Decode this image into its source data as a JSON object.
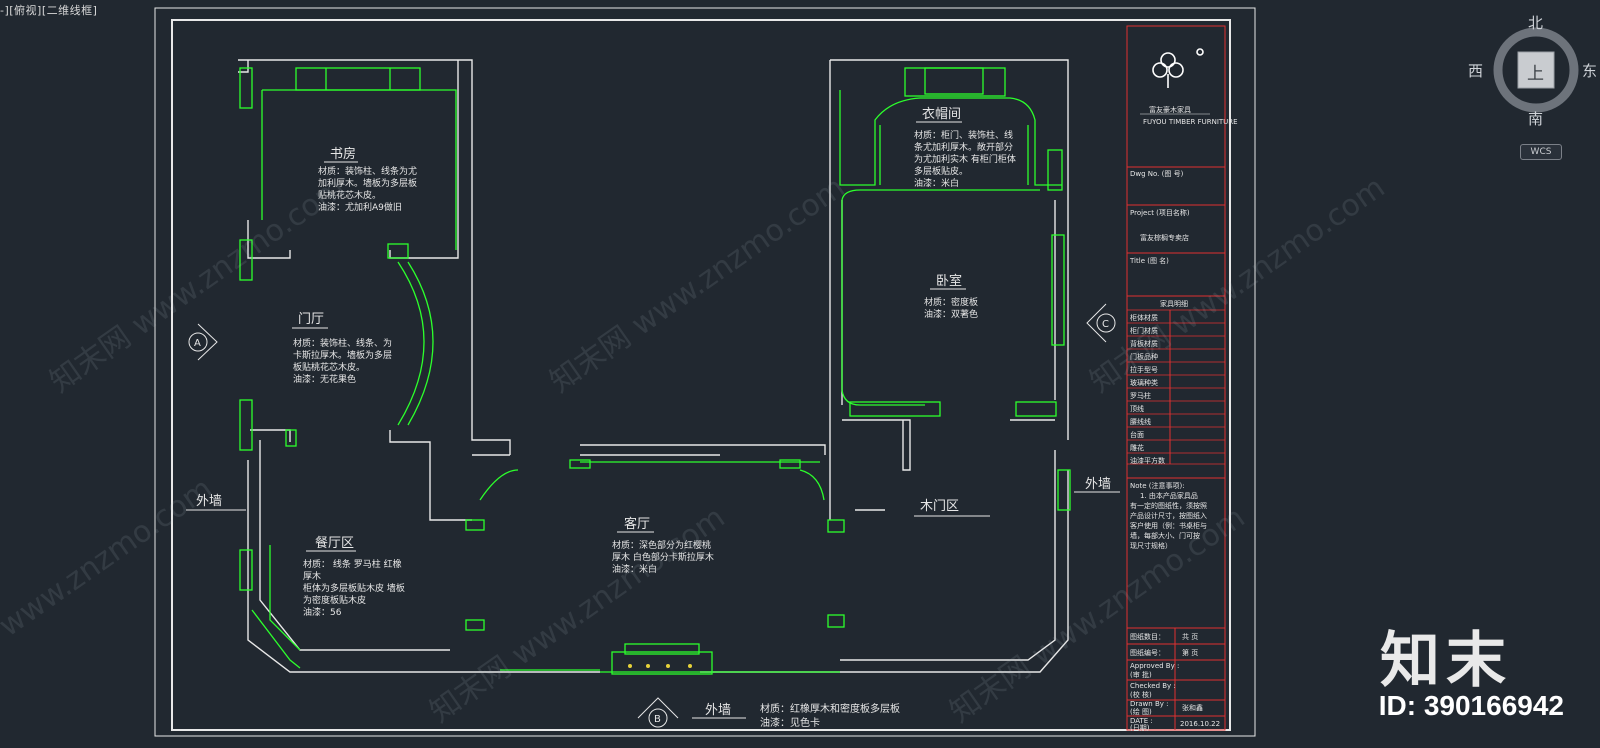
{
  "viewport_label": "-][俯视][二维线框]",
  "navigation": {
    "north": "北",
    "south": "南",
    "east": "东",
    "west": "西",
    "top_face": "上",
    "wcs": "WCS"
  },
  "rooms": {
    "study": {
      "name": "书房",
      "notes": [
        "材质：装饰柱、线条为尤",
        "加利厚木。墙板为多层板",
        "贴桃花芯木皮。",
        "油漆：尤加利A9做旧"
      ]
    },
    "foyer": {
      "name": "门厅",
      "notes": [
        "材质：装饰柱、线条、为",
        "卡斯拉厚木。墙板为多层",
        "板贴桃花芯木皮。",
        "油漆：无花果色"
      ]
    },
    "dining": {
      "name": "餐厅区",
      "notes": [
        "材质：  线条  罗马柱  红橡",
        "厚木",
        "柜体为多层板贴木皮  墙板",
        "为密度板贴木皮",
        "油漆：56"
      ]
    },
    "living": {
      "name": "客厅",
      "notes": [
        "材质：深色部分为红樱桃",
        "厚木  白色部分卡斯拉厚木",
        "油漆：米白"
      ]
    },
    "cloakroom": {
      "name": "衣帽间",
      "notes": [
        "材质：柜门、装饰柱、线",
        "条尤加利厚木。敞开部分",
        "为尤加利实木  有柜门柜体",
        "多层板贴皮。",
        "油漆：米白"
      ]
    },
    "bedroom": {
      "name": "卧室",
      "notes": [
        "材质：密度板",
        "油漆：双著色"
      ]
    },
    "door_area": {
      "name": "木门区"
    }
  },
  "wall_labels": {
    "left": "外墙",
    "right": "外墙",
    "bottom": "外墙"
  },
  "bottom_notes": [
    "材质：红橡厚木和密度板多层板",
    "油漆：见色卡"
  ],
  "section_markers": {
    "a": "A",
    "b": "B",
    "c": "C"
  },
  "title_block": {
    "company": "富友豪木家具",
    "company_en": "FUYOU TIMBER FURNITURE",
    "drawing_no": "Dwg No. (图 号)",
    "project_label": "Project (项目名称)",
    "project_name": "富友棕榈专卖店",
    "title_label": "Title (图 名)",
    "table_header": "家具明细",
    "table_rows": [
      "柜体材质",
      "柜门材质",
      "背板材质",
      "门板品种",
      "拉手型号",
      "玻璃种类",
      "罗马柱",
      "顶线",
      "腰线线",
      "台面",
      "雕花",
      "油漆平方数"
    ],
    "notes_title": "Note (注意事项):",
    "notes": [
      "1. 由本产品家具品",
      "有一定的图纸性，须按照",
      "产品设计尺寸，按图纸入",
      "客户使用（例：书桌柜与",
      "墙，每部大小、门可按",
      "现尺寸规格）"
    ],
    "sheet_count_label": "图纸数目：",
    "sheet_count_value": "共   页",
    "sheet_no_label": "图纸编号：",
    "sheet_no_value": "第   页",
    "approved": "Approved By :",
    "approved_cn": "(审 批)",
    "checked": "Checked By :",
    "checked_cn": "(校 核)",
    "drawn": "Drawn By :",
    "drawn_cn": "(绘 图)",
    "drawn_value": "张和鑫",
    "date": "DATE :",
    "date_cn": "(日期)",
    "date_value": "2016.10.22"
  },
  "watermark": {
    "site": "www.znzmo.com",
    "site_cn": "知末网",
    "logo": "知末",
    "id": "ID: 390166942"
  },
  "colors": {
    "background": "#212830",
    "wall": "#e8e8e8",
    "furniture": "#2cff2c",
    "border": "#e8e8e8",
    "titleblock": "#e03030"
  }
}
